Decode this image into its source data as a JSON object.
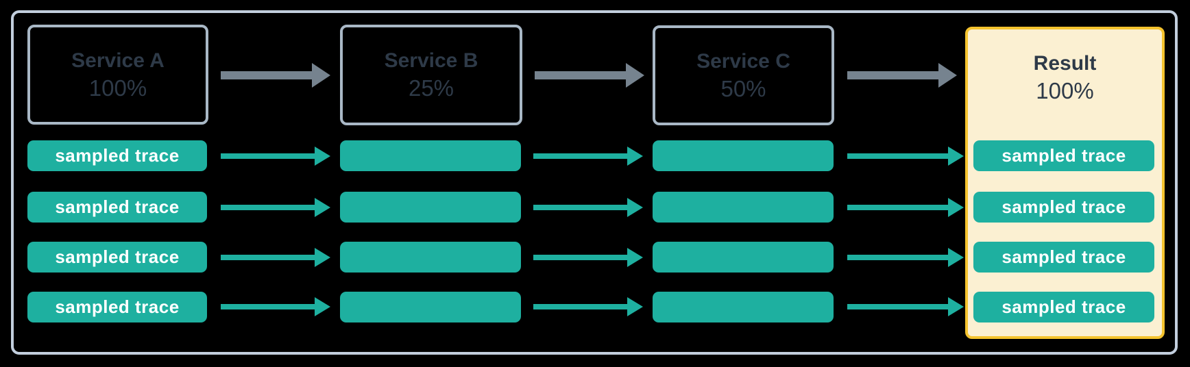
{
  "diagram": {
    "services": [
      {
        "name": "Service A",
        "rate": "100%"
      },
      {
        "name": "Service B",
        "rate": "25%"
      },
      {
        "name": "Service C",
        "rate": "50%"
      }
    ],
    "result": {
      "name": "Result",
      "rate": "100%"
    },
    "trace_label": "sampled trace",
    "row_count": 4
  },
  "palette": {
    "background": "#000000",
    "frame_border": "#c2cedd",
    "box_border": "#a9b8c6",
    "heading_text": "#2e3a48",
    "teal": "#1eb0a0",
    "gray_arrow": "#76838f",
    "result_bg": "#fbf0d2",
    "result_border": "#f5c32e",
    "trace_text": "#ffffff"
  }
}
